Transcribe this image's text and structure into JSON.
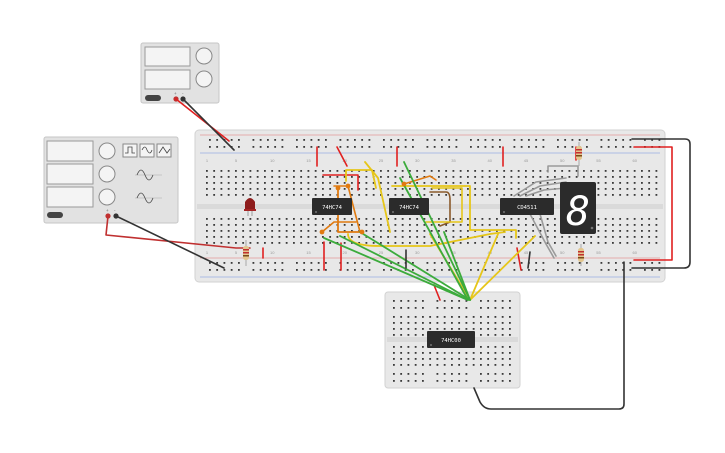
{
  "chips": {
    "u1": "74HC74",
    "u2": "74HC74",
    "u3": "CD4511",
    "u4": "74HC00"
  },
  "display": {
    "digit": "8"
  },
  "breadboard_main": {
    "column_numbers": [
      "1",
      "5",
      "10",
      "15",
      "20",
      "25",
      "30",
      "35",
      "40",
      "45",
      "50",
      "55",
      "60"
    ],
    "row_letters_top": [
      "j",
      "i",
      "h",
      "g",
      "f"
    ],
    "row_letters_bottom": [
      "e",
      "d",
      "c",
      "b",
      "a"
    ]
  },
  "power_supply": {
    "terminal_plus": "+",
    "terminal_minus": "-"
  },
  "function_generator": {
    "terminal_plus": "+",
    "terminal_minus": "-"
  },
  "colors": {
    "wire_red": "#e02020",
    "wire_yellow": "#e6c619",
    "wire_green": "#3cab3c",
    "wire_black": "#333333",
    "wire_orange": "#e07a10",
    "wire_gray": "#9a9a9a",
    "wire_brown": "#8a5a2b",
    "breadboard": "#e9e9e9",
    "led": "#8e1c1c",
    "chip": "#2b2b2b"
  }
}
